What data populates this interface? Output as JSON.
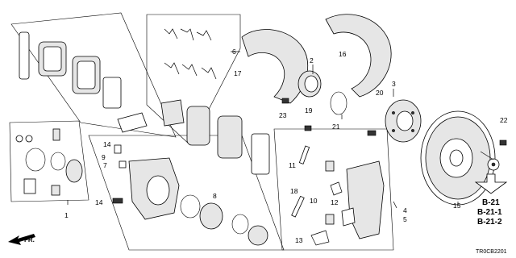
{
  "diagram": {
    "code": "TR0CB2201",
    "direction_label": "FR.",
    "callouts": {
      "c1": "1",
      "c2": "2",
      "c3": "3",
      "c4": "4",
      "c5": "5",
      "c6": "6",
      "c7": "7",
      "c8": "8",
      "c9": "9",
      "c10": "10",
      "c11": "11",
      "c12": "12",
      "c13": "13",
      "c14a": "14",
      "c14b": "14",
      "c15": "15",
      "c16": "16",
      "c17": "17",
      "c18": "18",
      "c19": "19",
      "c20": "20",
      "c21": "21",
      "c22": "22",
      "c23": "23"
    },
    "refs": [
      "B-21",
      "B-21-1",
      "B-21-2"
    ]
  }
}
